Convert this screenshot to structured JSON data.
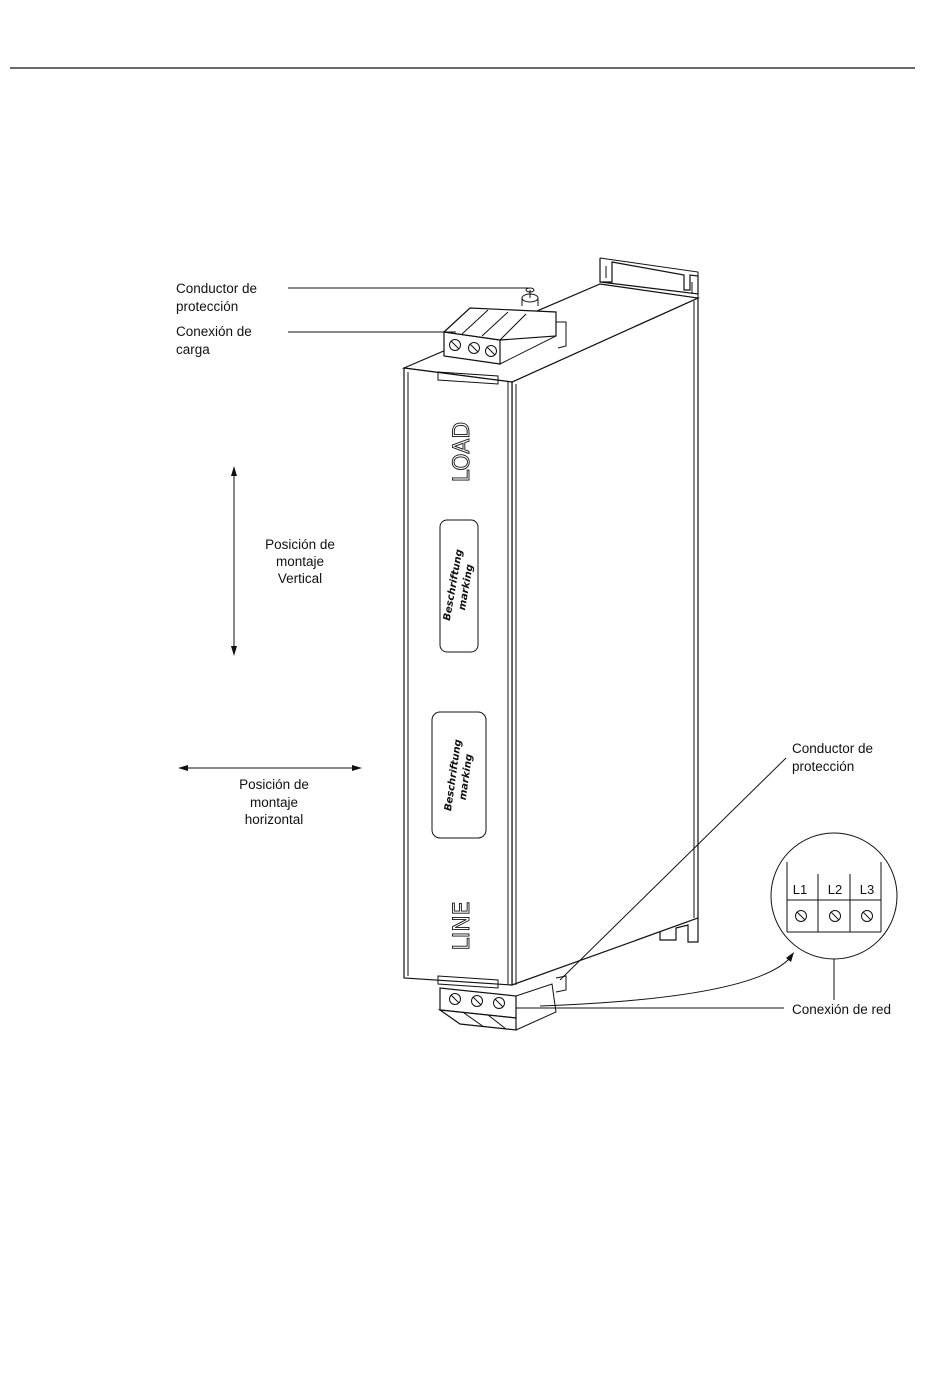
{
  "labels": {
    "pe_top": [
      "Conductor de",
      "protección"
    ],
    "load_conn": [
      "Conexión de",
      "carga"
    ],
    "vertical": [
      "Posición de",
      "montaje",
      "Vertical"
    ],
    "horizontal": [
      "Posición de",
      "montaje",
      "horizontal"
    ],
    "pe_bottom": [
      "Conductor de",
      "protección"
    ],
    "line_conn": "Conexión de red"
  },
  "device": {
    "top_label": "LOAD",
    "bottom_label": "LINE",
    "marking_1": [
      "Beschriftung",
      "marking"
    ],
    "marking_2": [
      "Beschriftung",
      "marking"
    ]
  },
  "terminals": [
    "L1",
    "L2",
    "L3"
  ]
}
